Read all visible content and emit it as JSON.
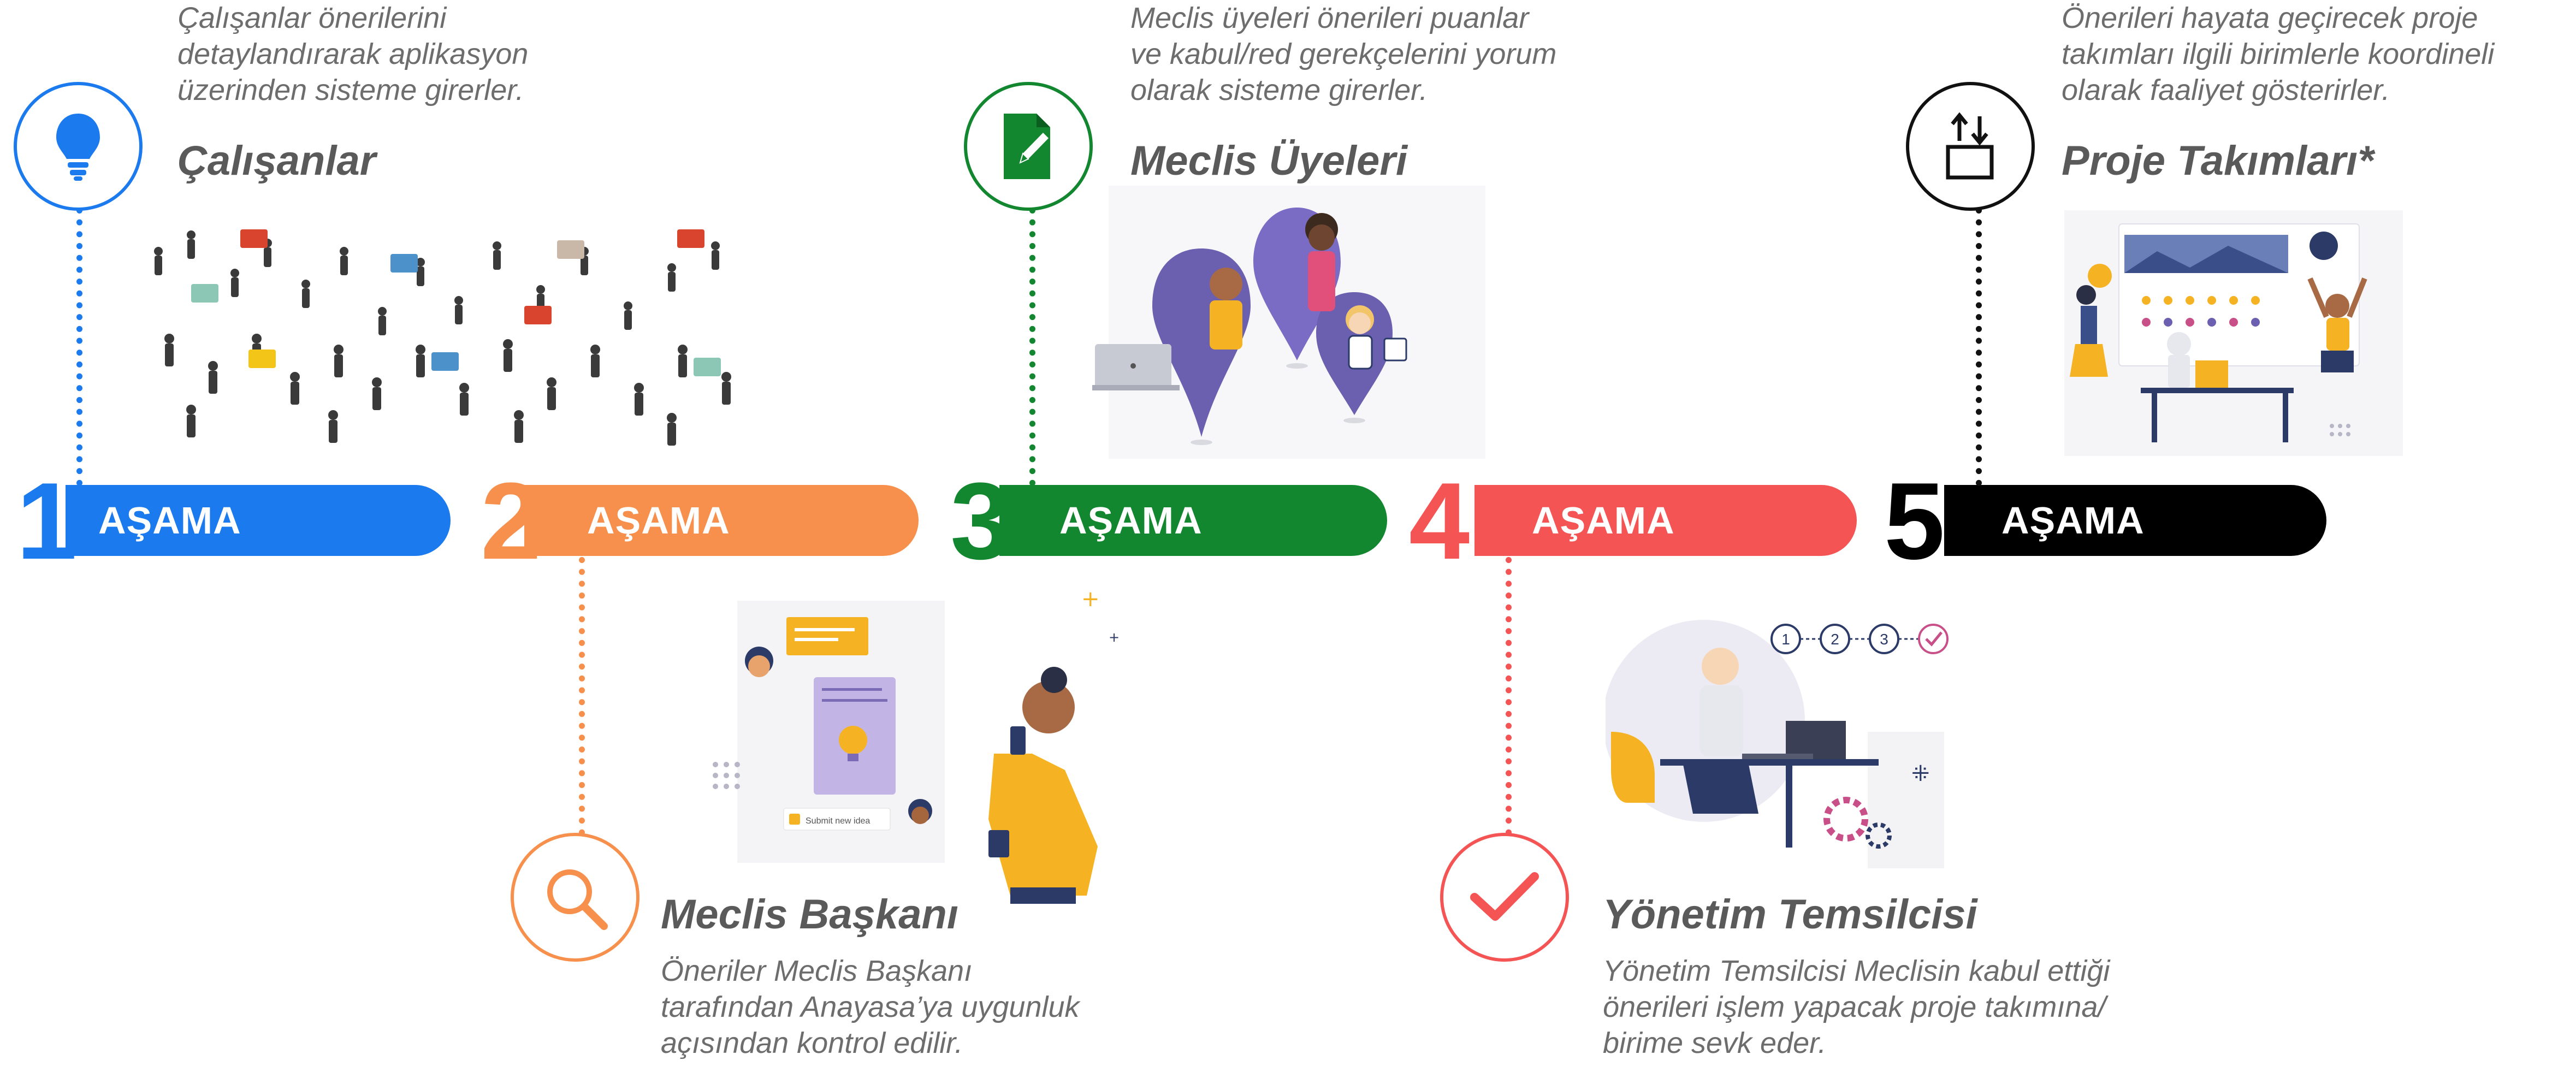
{
  "stages": [
    {
      "number": "1",
      "label": "AŞAMA",
      "color": "#1b7bee"
    },
    {
      "number": "2",
      "label": "AŞAMA",
      "color": "#f7904c"
    },
    {
      "number": "3",
      "label": "AŞAMA",
      "color": "#12872f"
    },
    {
      "number": "4",
      "label": "AŞAMA",
      "color": "#f45454"
    },
    {
      "number": "5",
      "label": "AŞAMA",
      "color": "#000000"
    }
  ],
  "actors": [
    {
      "title": "Çalışanlar",
      "description": "Çalışanlar önerilerini\ndetaylandırarak aplikasyon\nüzerinden sisteme girerler.",
      "icon": "lightbulb-icon"
    },
    {
      "title": "Meclis Başkanı",
      "description": "Öneriler Meclis Başkanı\ntarafından Anayasa’ya uygunluk\naçısından kontrol edilir.",
      "icon": "magnifier-icon"
    },
    {
      "title": "Meclis Üyeleri",
      "description": "Meclis üyeleri önerileri puanlar\nve kabul/red gerekçelerini yorum\nolarak sisteme girerler.",
      "icon": "document-pen-icon"
    },
    {
      "title": "Yönetim Temsilcisi",
      "description": "Yönetim Temsilcisi Meclisin kabul ettiği\nönerileri işlem yapacak proje takımına/\nbirime sevk eder.",
      "icon": "checkmark-icon"
    },
    {
      "title": "Proje Takımları*",
      "description": "Önerileri hayata geçirecek proje\ntakımları ilgili birimlerle koordineli\nolarak faaliyet gösterirler.",
      "icon": "transfer-box-icon"
    }
  ],
  "illustrations": {
    "chat_card_button": "Submit new idea",
    "steps": [
      "1",
      "2",
      "3"
    ]
  }
}
